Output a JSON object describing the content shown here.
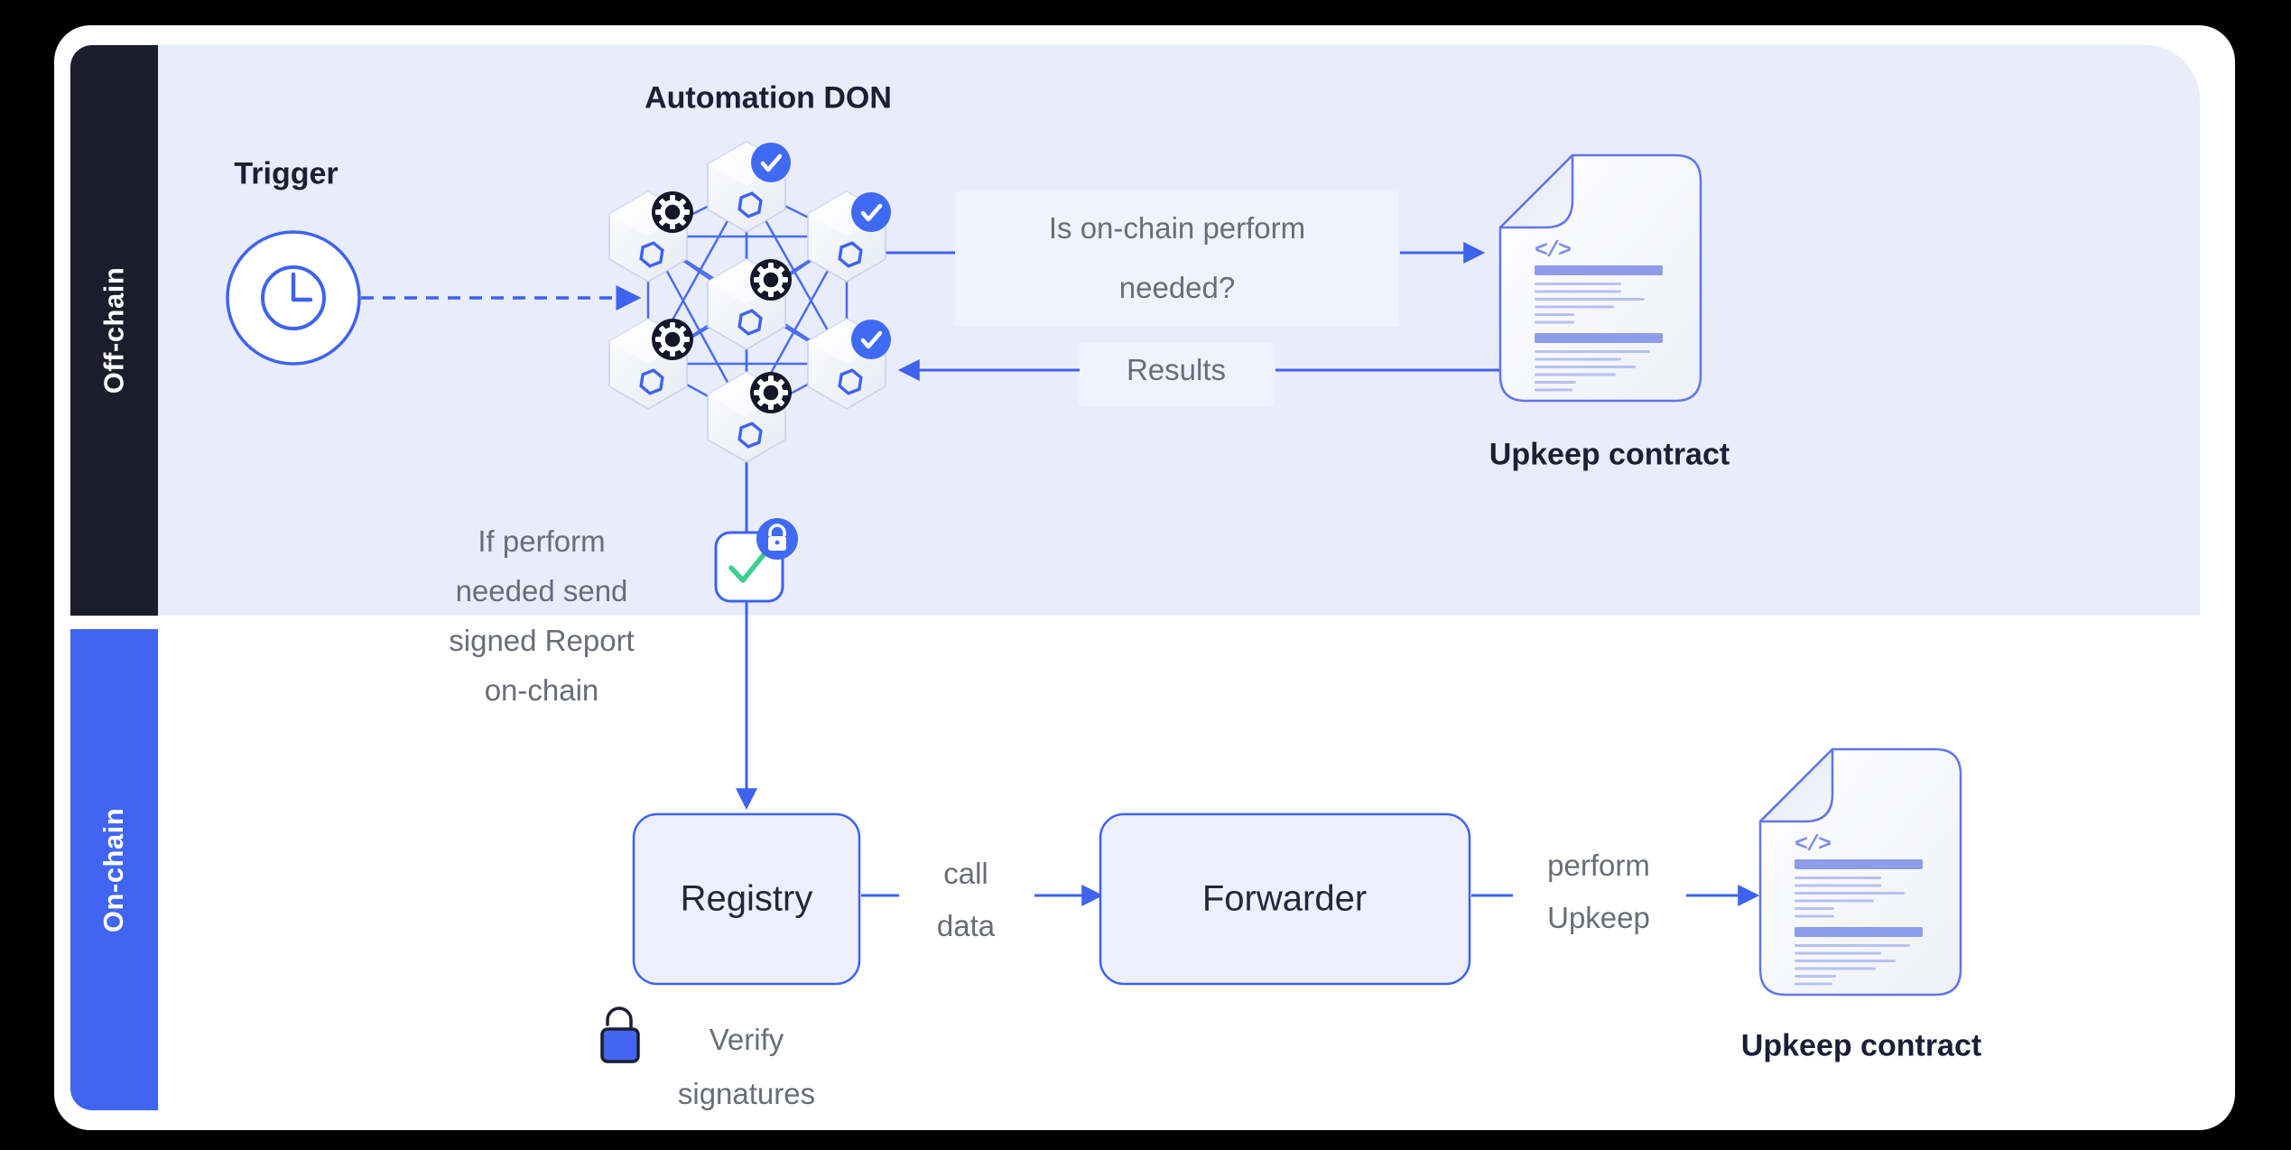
{
  "colors": {
    "accent_blue": "#3E63F0",
    "sidebar_blue": "#4065F3",
    "dark_navy": "#1B1C2C",
    "panel_lavender": "#E9ECFA",
    "highlight_lavender": "#F0F3FD",
    "success_green": "#3ECF8E",
    "badge_dark": "#14162A",
    "text_gray": "#696D77",
    "text_dark": "#1C1E36"
  },
  "sidebar": {
    "offchain_label": "Off-chain",
    "onchain_label": "On-chain"
  },
  "offchain": {
    "trigger_label": "Trigger",
    "automation_don_label": "Automation DON",
    "question": {
      "line1": "Is on-chain perform",
      "line2": "needed?"
    },
    "results_label": "Results",
    "upkeep_contract_label": "Upkeep contract",
    "report_note": {
      "line1": "If perform",
      "line2": "needed send",
      "line3": "signed Report",
      "line4": "on-chain"
    }
  },
  "onchain": {
    "registry_label": "Registry",
    "call_data": {
      "line1": "call",
      "line2": "data"
    },
    "forwarder_label": "Forwarder",
    "perform_upkeep": {
      "line1": "perform",
      "line2": "Upkeep"
    },
    "upkeep_contract_label": "Upkeep contract",
    "verify": {
      "line1": "Verify",
      "line2": "signatures"
    }
  },
  "icons": {
    "code_glyph": "</>"
  }
}
